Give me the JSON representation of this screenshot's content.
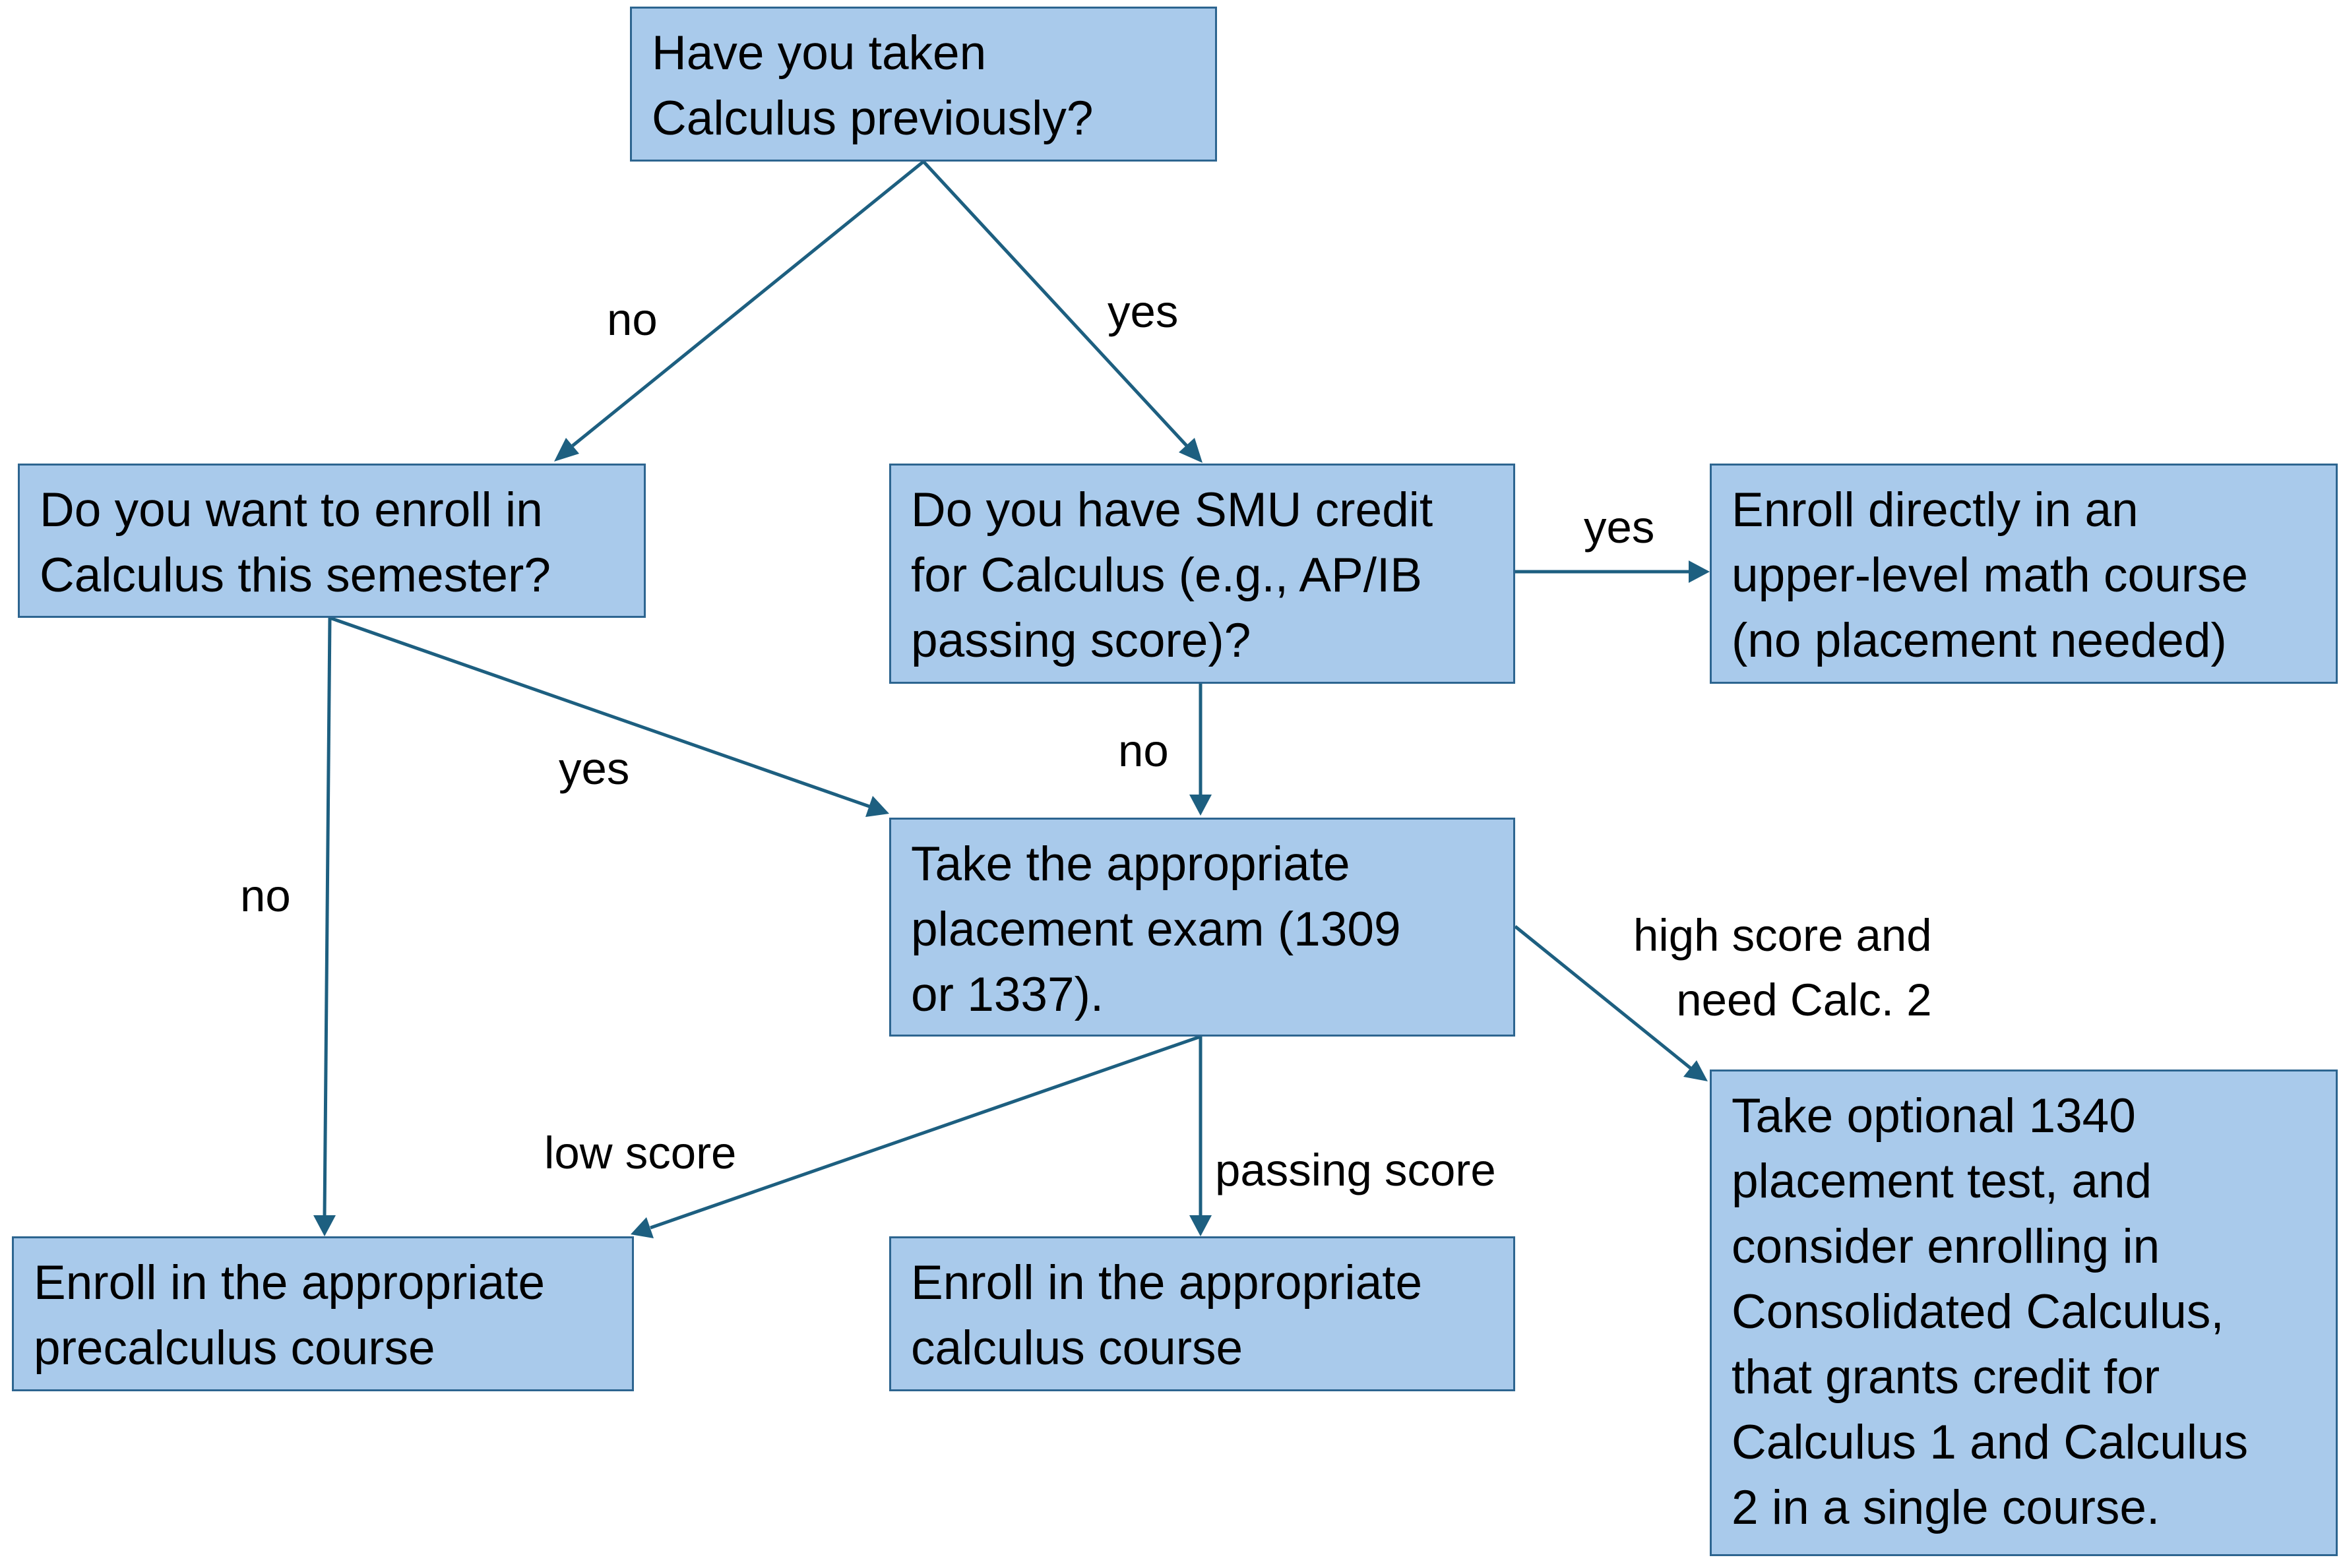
{
  "diagram": {
    "colors": {
      "box_fill": "#a9caeb",
      "box_border": "#2d6590",
      "connector": "#1d5f80",
      "text": "#000000"
    },
    "nodes": {
      "q_calc_before": "Have you taken\nCalculus previously?",
      "q_enroll_calc": "Do you want to enroll in\nCalculus this semester?",
      "q_smu_credit": "Do you have SMU credit\nfor Calculus (e.g., AP/IB\npassing score)?",
      "r_upper_level": "Enroll directly in an\nupper-level math course\n(no placement needed)",
      "a_placement_exam": "Take the appropriate\nplacement exam (1309\nor 1337).",
      "a_optional_1340": "Take optional 1340\nplacement test, and\nconsider enrolling in\nConsolidated Calculus,\nthat grants credit for\nCalculus 1 and Calculus\n2 in a single course.",
      "r_precalc": "Enroll in the appropriate\nprecalculus course",
      "r_calc": "Enroll in the appropriate\ncalculus course"
    },
    "edge_labels": {
      "prev_no": "no",
      "prev_yes": "yes",
      "credit_yes": "yes",
      "credit_no": "no",
      "enroll_yes": "yes",
      "enroll_no": "no",
      "high_score": "high score and\nneed Calc. 2",
      "low_score": "low score",
      "passing_score": "passing score"
    }
  }
}
